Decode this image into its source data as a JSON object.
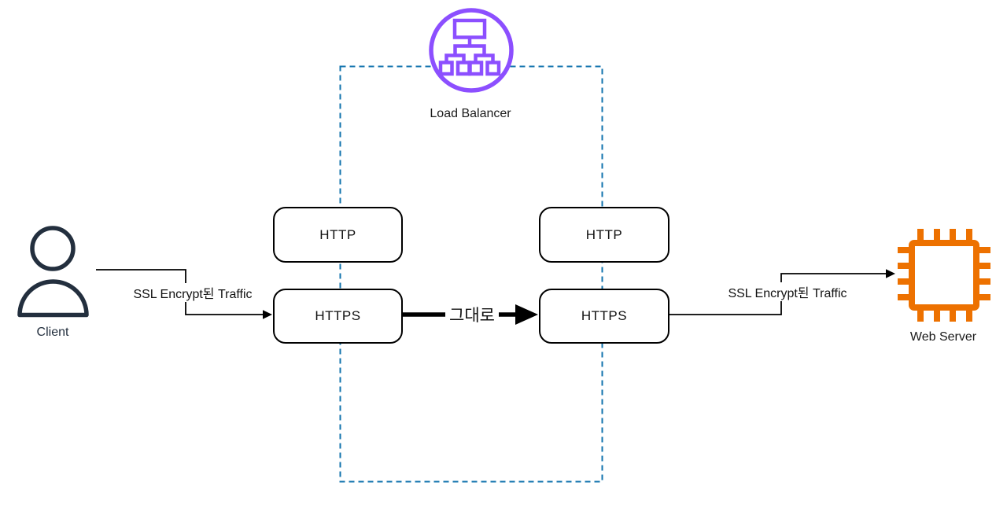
{
  "diagram_type": "load-balancer-ssl-passthrough-architecture",
  "nodes": {
    "client": {
      "label": "Client"
    },
    "load_balancer": {
      "label": "Load Balancer"
    },
    "web_server": {
      "label": "Web Server"
    },
    "listener_http_front": {
      "label": "HTTP"
    },
    "listener_https_front": {
      "label": "HTTPS"
    },
    "listener_http_back": {
      "label": "HTTP"
    },
    "listener_https_back": {
      "label": "HTTPS"
    }
  },
  "edges": {
    "client_to_lb": {
      "label": "SSL Encrypt된 Traffic"
    },
    "lb_passthrough": {
      "label": "그대로"
    },
    "lb_to_server": {
      "label": "SSL Encrypt된 Traffic"
    }
  },
  "colors": {
    "load_balancer_purple": "#8C4FFF",
    "client_navy": "#232F3E",
    "web_server_orange": "#ED7100",
    "boundary_blue": "#1273AE",
    "connector_black": "#000000"
  }
}
